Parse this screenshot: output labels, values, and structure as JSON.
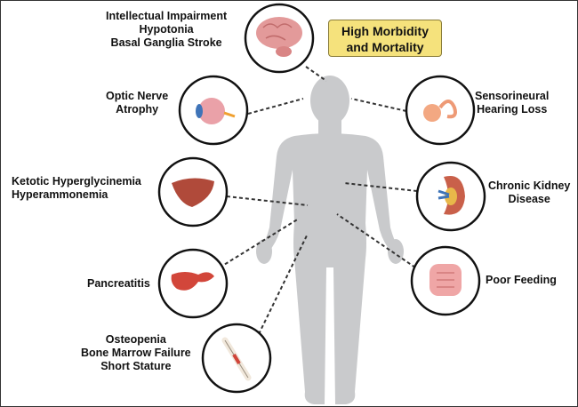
{
  "banner": [
    "High Morbidity",
    "and Mortality"
  ],
  "labels": {
    "brain": [
      "Intellectual Impairment",
      "Hypotonia",
      "Basal Ganglia Stroke"
    ],
    "eye": [
      "Optic Nerve",
      "Atrophy"
    ],
    "ear": [
      "Sensorineural",
      "Hearing Loss"
    ],
    "liver": [
      "Ketotic Hyperglycinemia",
      "Hyperammonemia"
    ],
    "kidney": [
      "Chronic Kidney",
      "Disease"
    ],
    "pancreas": [
      "Pancreatitis"
    ],
    "intestine": [
      "Poor Feeding"
    ],
    "bone": [
      "Osteopenia",
      "Bone Marrow Failure",
      "Short Stature"
    ]
  },
  "colors": {
    "body": "#c9cacc",
    "organ": "#e08a8a",
    "banner": "#f5e27c"
  }
}
